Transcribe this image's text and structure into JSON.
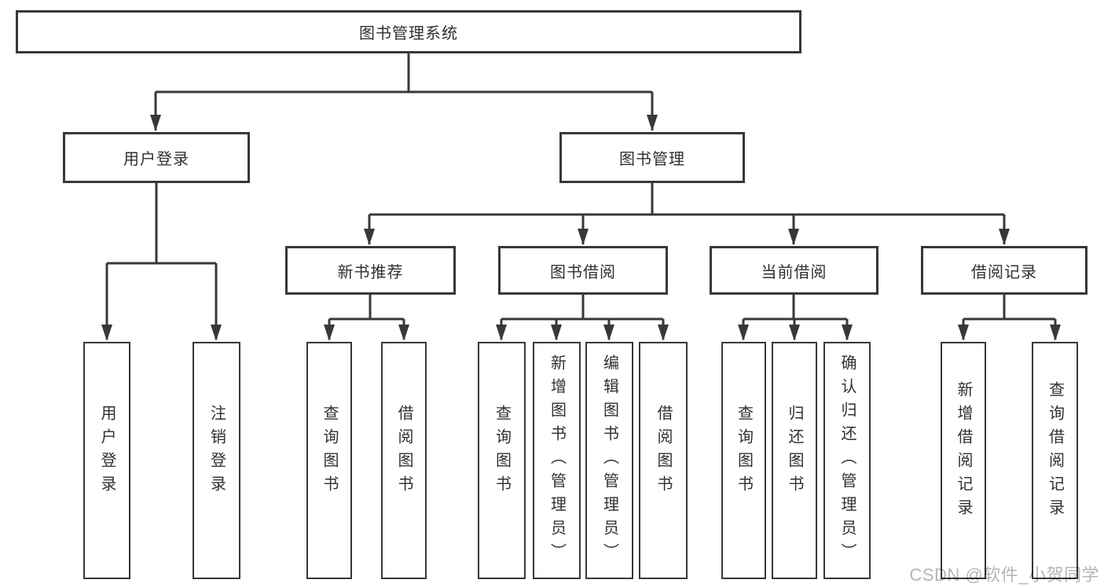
{
  "diagram": {
    "root": {
      "label": "图书管理系统",
      "children": [
        {
          "label": "用户登录",
          "children": [
            {
              "label": "用户登录"
            },
            {
              "label": "注销登录"
            }
          ]
        },
        {
          "label": "图书管理",
          "children": [
            {
              "label": "新书推荐",
              "children": [
                {
                  "label": "查询图书"
                },
                {
                  "label": "借阅图书"
                }
              ]
            },
            {
              "label": "图书借阅",
              "children": [
                {
                  "label": "查询图书"
                },
                {
                  "label": "新增图书（管理员）"
                },
                {
                  "label": "编辑图书（管理员）"
                },
                {
                  "label": "借阅图书"
                }
              ]
            },
            {
              "label": "当前借阅",
              "children": [
                {
                  "label": "查询图书"
                },
                {
                  "label": "归还图书"
                },
                {
                  "label": "确认归还（管理员）"
                }
              ]
            },
            {
              "label": "借阅记录",
              "children": [
                {
                  "label": "新增借阅记录"
                },
                {
                  "label": "查询借阅记录"
                }
              ]
            }
          ]
        }
      ]
    }
  },
  "watermark": {
    "text": "CSDN @软件_小贺同学"
  },
  "colors": {
    "line": "#383838",
    "box_border": "#383838",
    "text": "#303030",
    "background": "#ffffff",
    "watermark": "#b5b5b5"
  }
}
